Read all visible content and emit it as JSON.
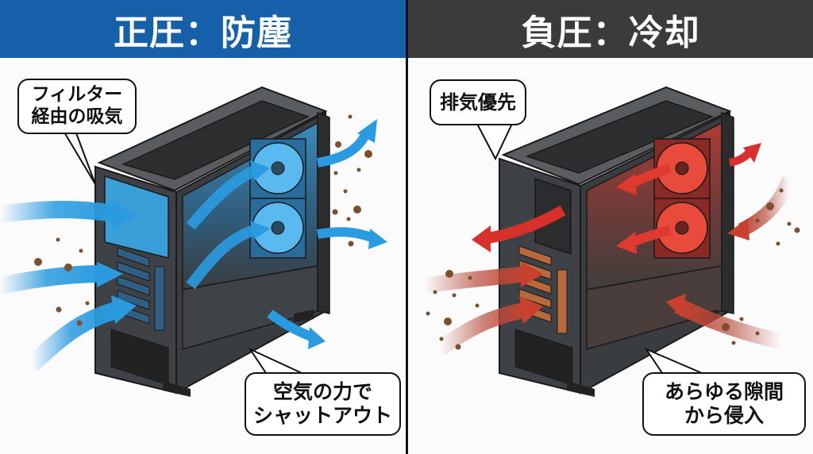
{
  "left_panel": {
    "title": "正圧：防塵",
    "header_color": "#1560a8",
    "airflow_color": "#2a9be0",
    "callouts": {
      "intake": [
        "フィルター",
        "経由の吸気"
      ],
      "shutout": [
        "空気の力で",
        "シャットアウト"
      ]
    }
  },
  "right_panel": {
    "title": "負圧：冷却",
    "header_color": "#3b3b3b",
    "airflow_color": "#d8302a",
    "callouts": {
      "exhaust": [
        "排気優先"
      ],
      "ingress": [
        "あらゆる隙間",
        "から侵入"
      ]
    }
  },
  "icons": {
    "left_case": "pc-case-positive-pressure",
    "right_case": "pc-case-negative-pressure",
    "dust": "dust-particle",
    "arrows": "airflow-arrow"
  }
}
